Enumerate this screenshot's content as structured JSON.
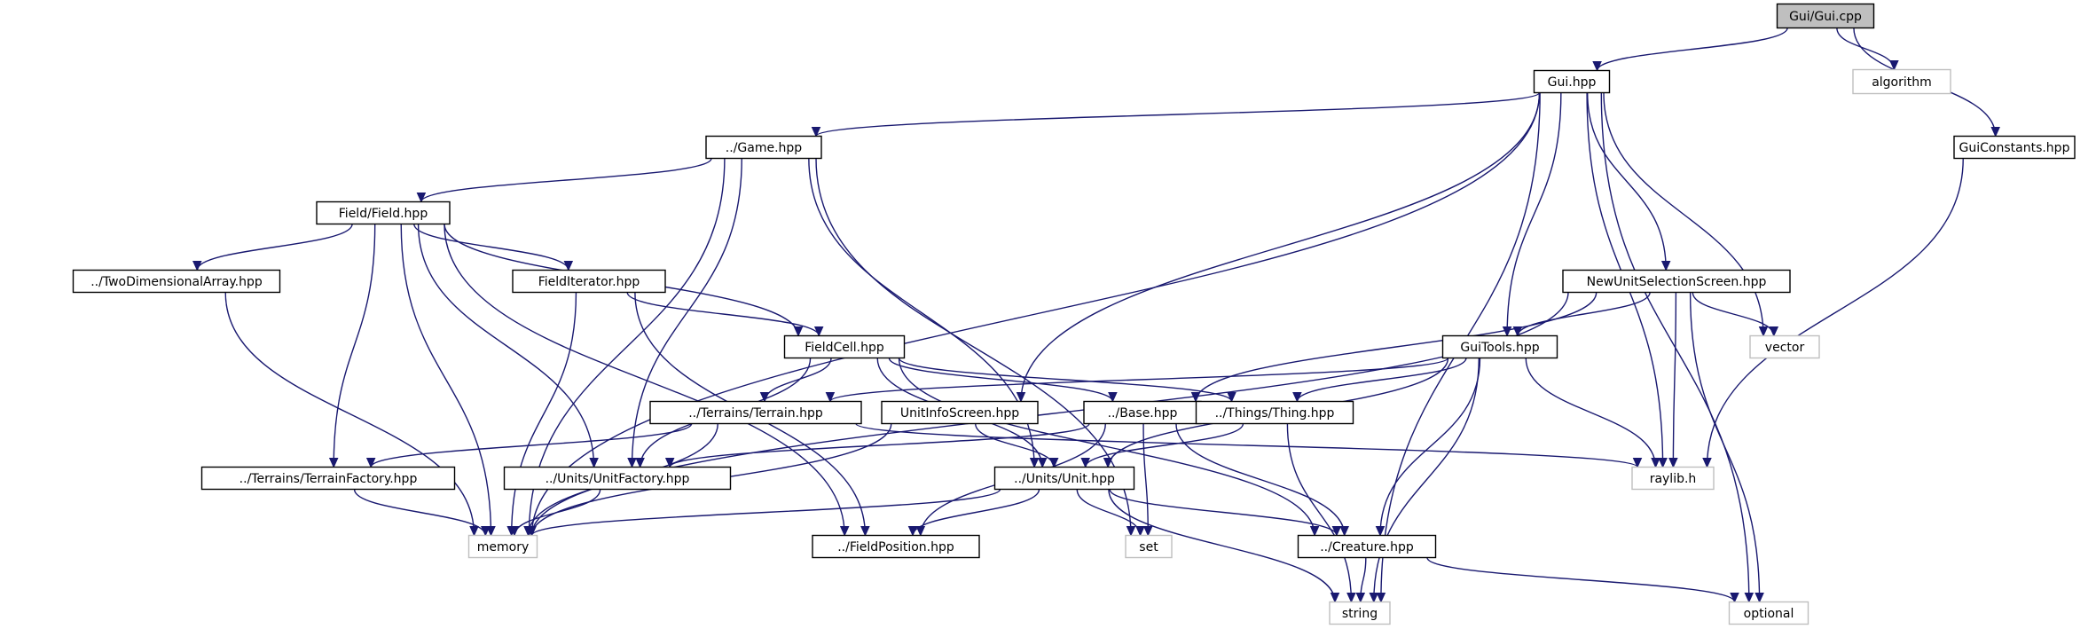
{
  "graph": {
    "edge_color": "#191970",
    "external_border_color": "#bfbfbf",
    "root_fill_color": "#bfbfbf",
    "nodes": [
      {
        "id": "gui_cpp",
        "label": "Gui/Gui.cpp",
        "kind": "root"
      },
      {
        "id": "gui_hpp",
        "label": "Gui.hpp",
        "kind": "header"
      },
      {
        "id": "algorithm",
        "label": "algorithm",
        "kind": "external"
      },
      {
        "id": "guiconstants",
        "label": "GuiConstants.hpp",
        "kind": "header"
      },
      {
        "id": "game",
        "label": "../Game.hpp",
        "kind": "header"
      },
      {
        "id": "field",
        "label": "Field/Field.hpp",
        "kind": "header"
      },
      {
        "id": "twodim",
        "label": "../TwoDimensionalArray.hpp",
        "kind": "header"
      },
      {
        "id": "fielditer",
        "label": "FieldIterator.hpp",
        "kind": "header"
      },
      {
        "id": "newunit",
        "label": "NewUnitSelectionScreen.hpp",
        "kind": "header"
      },
      {
        "id": "vector",
        "label": "vector",
        "kind": "external"
      },
      {
        "id": "fieldcell",
        "label": "FieldCell.hpp",
        "kind": "header"
      },
      {
        "id": "guitools",
        "label": "GuiTools.hpp",
        "kind": "header"
      },
      {
        "id": "terrain",
        "label": "../Terrains/Terrain.hpp",
        "kind": "header"
      },
      {
        "id": "unitinfo",
        "label": "UnitInfoScreen.hpp",
        "kind": "header"
      },
      {
        "id": "base",
        "label": "../Base.hpp",
        "kind": "header"
      },
      {
        "id": "thing",
        "label": "../Things/Thing.hpp",
        "kind": "header"
      },
      {
        "id": "terrainfactory",
        "label": "../Terrains/TerrainFactory.hpp",
        "kind": "header"
      },
      {
        "id": "unitfactory",
        "label": "../Units/UnitFactory.hpp",
        "kind": "header"
      },
      {
        "id": "unit",
        "label": "../Units/Unit.hpp",
        "kind": "header"
      },
      {
        "id": "raylib",
        "label": "raylib.h",
        "kind": "external"
      },
      {
        "id": "memory",
        "label": "memory",
        "kind": "external"
      },
      {
        "id": "set",
        "label": "set",
        "kind": "external"
      },
      {
        "id": "fieldpos",
        "label": "../FieldPosition.hpp",
        "kind": "header"
      },
      {
        "id": "creature",
        "label": "../Creature.hpp",
        "kind": "header"
      },
      {
        "id": "string",
        "label": "string",
        "kind": "external"
      },
      {
        "id": "optional",
        "label": "optional",
        "kind": "external"
      }
    ],
    "edges": [
      [
        "gui_cpp",
        "gui_hpp"
      ],
      [
        "gui_cpp",
        "algorithm"
      ],
      [
        "gui_cpp",
        "guiconstants"
      ],
      [
        "gui_hpp",
        "game"
      ],
      [
        "gui_hpp",
        "memory"
      ],
      [
        "gui_hpp",
        "unitinfo"
      ],
      [
        "gui_hpp",
        "guitools"
      ],
      [
        "gui_hpp",
        "newunit"
      ],
      [
        "gui_hpp",
        "vector"
      ],
      [
        "gui_hpp",
        "raylib"
      ],
      [
        "gui_hpp",
        "string"
      ],
      [
        "gui_hpp",
        "optional"
      ],
      [
        "guiconstants",
        "raylib"
      ],
      [
        "game",
        "field"
      ],
      [
        "game",
        "memory"
      ],
      [
        "game",
        "unitfactory"
      ],
      [
        "game",
        "unit"
      ],
      [
        "game",
        "set"
      ],
      [
        "field",
        "twodim"
      ],
      [
        "field",
        "fielditer"
      ],
      [
        "field",
        "fieldcell"
      ],
      [
        "field",
        "terrainfactory"
      ],
      [
        "field",
        "unitfactory"
      ],
      [
        "field",
        "memory"
      ],
      [
        "field",
        "fieldpos"
      ],
      [
        "twodim",
        "memory"
      ],
      [
        "fielditer",
        "fieldcell"
      ],
      [
        "fielditer",
        "memory"
      ],
      [
        "fielditer",
        "fieldpos"
      ],
      [
        "newunit",
        "guitools"
      ],
      [
        "newunit",
        "base"
      ],
      [
        "newunit",
        "vector"
      ],
      [
        "newunit",
        "raylib"
      ],
      [
        "newunit",
        "optional"
      ],
      [
        "newunit",
        "memory"
      ],
      [
        "fieldcell",
        "terrain"
      ],
      [
        "fieldcell",
        "base"
      ],
      [
        "fieldcell",
        "thing"
      ],
      [
        "fieldcell",
        "unit"
      ],
      [
        "fieldcell",
        "creature"
      ],
      [
        "fieldcell",
        "unitfactory"
      ],
      [
        "guitools",
        "terrain"
      ],
      [
        "guitools",
        "thing"
      ],
      [
        "guitools",
        "unit"
      ],
      [
        "guitools",
        "raylib"
      ],
      [
        "guitools",
        "creature"
      ],
      [
        "guitools",
        "string"
      ],
      [
        "terrain",
        "terrainfactory"
      ],
      [
        "terrain",
        "raylib"
      ],
      [
        "terrain",
        "memory"
      ],
      [
        "unitinfo",
        "unit"
      ],
      [
        "unitinfo",
        "memory"
      ],
      [
        "base",
        "unitfactory"
      ],
      [
        "base",
        "fieldpos"
      ],
      [
        "base",
        "set"
      ],
      [
        "base",
        "creature"
      ],
      [
        "thing",
        "unit"
      ],
      [
        "thing",
        "string"
      ],
      [
        "terrainfactory",
        "memory"
      ],
      [
        "unitfactory",
        "memory"
      ],
      [
        "unit",
        "memory"
      ],
      [
        "unit",
        "fieldpos"
      ],
      [
        "unit",
        "set"
      ],
      [
        "unit",
        "creature"
      ],
      [
        "unit",
        "string"
      ],
      [
        "creature",
        "string"
      ],
      [
        "creature",
        "optional"
      ]
    ]
  }
}
